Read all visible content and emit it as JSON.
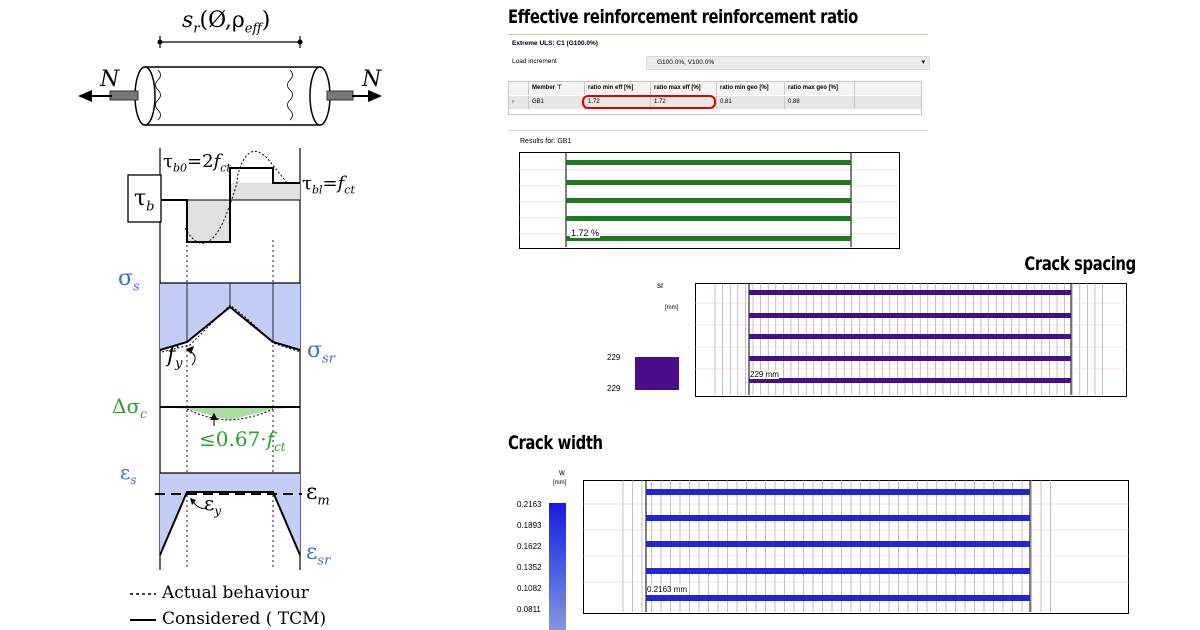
{
  "headings": {
    "effective_ratio": "Effective reinforcement reinforcement ratio",
    "crack_spacing": "Crack spacing",
    "crack_width": "Crack width"
  },
  "diagram": {
    "top_label": "s",
    "top_label_sub": "r",
    "top_label_args": "(Ø,ρ",
    "top_label_args_sub": "eff",
    "top_label_close": ")",
    "force_left": "N",
    "force_right": "N",
    "tau_b0": "τ",
    "tau_b0_sub": "b0",
    "tau_b0_eq": "=2",
    "tau_b0_f": "f",
    "tau_b0_f_sub": "ct",
    "tau_bl": "τ",
    "tau_bl_sub": "bl",
    "tau_bl_eq": "=",
    "tau_bl_f": "f",
    "tau_bl_f_sub": "ct",
    "tau_b": "τ",
    "tau_b_sub": "b",
    "sigma_s": "σ",
    "sigma_s_sub": "s",
    "f_y": "f",
    "f_y_sub": "y",
    "sigma_sr": "σ",
    "sigma_sr_sub": "sr",
    "delta_sigma_c": "Δσ",
    "delta_sigma_c_sub": "c",
    "limit": "≤0.67·",
    "limit_f": "f",
    "limit_f_sub": "ct",
    "eps_s": "ε",
    "eps_s_sub": "s",
    "eps_m": "ε",
    "eps_m_sub": "m",
    "eps_y": "ε",
    "eps_y_sub": "y",
    "eps_sr": "ε",
    "eps_sr_sub": "sr",
    "legend_actual": "Actual behaviour",
    "legend_considered": "Considered ( TCM)"
  },
  "panel": {
    "title": "Extreme ULS: C1 (G100.0%)",
    "load_increment_label": "Load increment",
    "load_increment_value": "G100.0%, V100.0%",
    "columns": [
      "Member",
      "ratio min eff [%]",
      "ratio max eff [%]",
      "ratio min geo [%]",
      "ratio max geo [%]"
    ],
    "row": {
      "member": "GB1",
      "ratio_min_eff": "1.72",
      "ratio_max_eff": "1.72",
      "ratio_min_geo": "0.81",
      "ratio_max_geo": "0.88"
    },
    "results_for": "Results for: GB1"
  },
  "ratio_chart": {
    "value_label": "1.72 %",
    "bar_color": "#1f7a1f"
  },
  "spacing_chart": {
    "legend_title": "sr",
    "legend_unit": "[mm]",
    "legend_max": "229",
    "legend_min": "229",
    "value_label": "229 mm",
    "bar_color": "#4b0c8a"
  },
  "width_chart": {
    "legend_title": "w",
    "legend_unit": "[mm]",
    "legend_ticks": [
      "0.2163",
      "0.1893",
      "0.1622",
      "0.1352",
      "0.1082",
      "0.0811"
    ],
    "value_label": "0.2163 mm",
    "bar_color": "#2424d8"
  },
  "colors": {
    "highlight": "#e00000",
    "accent_blue": "#3b6fd8",
    "accent_green": "#2aa02a",
    "fill_blue": "#c3cdf5",
    "fill_green": "#a9dca0"
  }
}
